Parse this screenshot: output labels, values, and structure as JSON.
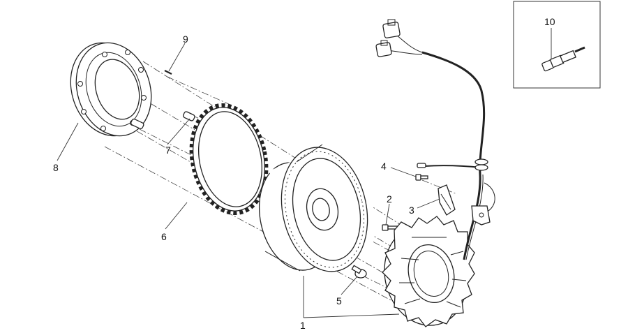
{
  "labels": {
    "p1": "1",
    "p2": "2",
    "p3": "3",
    "p4": "4",
    "p5": "5",
    "p6": "6",
    "p7": "7",
    "p8": "8",
    "p9": "9",
    "p10": "10"
  },
  "colors": {
    "line": "#222222",
    "background": "#ffffff"
  }
}
